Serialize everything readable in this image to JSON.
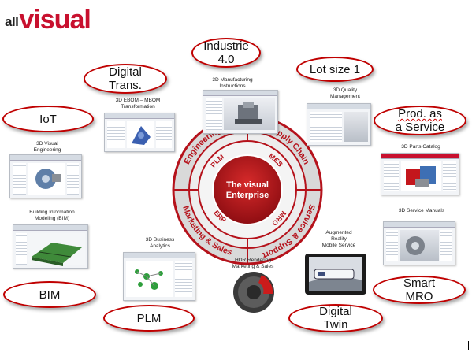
{
  "logo": {
    "part1": "all",
    "part2": "visual"
  },
  "ovals": {
    "industrie": {
      "line1": "Industrie",
      "line2": "4.0"
    },
    "digital_trans": {
      "line1": "Digital",
      "line2": "Trans."
    },
    "lot_size": {
      "label": "Lot size 1"
    },
    "iot": {
      "label": "IoT"
    },
    "prod_service": {
      "line1": "Prod. as",
      "line2": "a Service"
    },
    "bim": {
      "label": "BIM"
    },
    "plm": {
      "label": "PLM"
    },
    "smart_mro": {
      "line1": "Smart",
      "line2": "MRO"
    },
    "digital_twin": {
      "line1": "Digital",
      "line2": "Twin"
    }
  },
  "captions": {
    "mfg": {
      "line1": "3D Manufacturing",
      "line2": "Instructions"
    },
    "ebom": {
      "line1": "3D EBOM – MBOM",
      "line2": "Transformation"
    },
    "quality": {
      "line1": "3D Quality",
      "line2": "Management"
    },
    "visual_eng": {
      "line1": "3D Visual",
      "line2": "Engineering"
    },
    "parts": {
      "line1": "3D Parts Catalog"
    },
    "bim": {
      "line1": "Building Information",
      "line2": "Modeling (BIM)"
    },
    "service_manuals": {
      "line1": "3D Service Manuals"
    },
    "business": {
      "line1": "3D Business",
      "line2": "Analytics"
    },
    "augmented": {
      "line1": "Augmented",
      "line2": "Reality",
      "line3": "Mobile Service"
    },
    "hdr": {
      "line1": "HDR Rendering",
      "line2": "Marketing & Sales"
    }
  },
  "wheel": {
    "center_line1": "The visual",
    "center_line2": "Enterprise",
    "inner": [
      "PLM",
      "MES",
      "MRO",
      "ERP"
    ],
    "outer": [
      "Engineering",
      "Supply Chain",
      "Service & Support",
      "Marketing & Sales"
    ]
  },
  "colors": {
    "accent": "#c00000",
    "wheel_red": "#b5121b",
    "ring_light": "#e9e9e9"
  }
}
